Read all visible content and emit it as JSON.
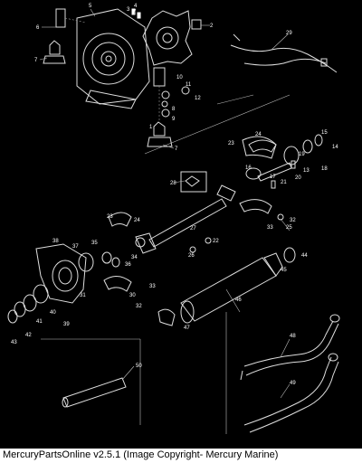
{
  "footer": {
    "caption": "MercuryPartsOnline v2.5.1 (Image Copyright- Mercury Marine)"
  },
  "callouts": [
    "1",
    "2",
    "3",
    "4",
    "5",
    "6",
    "7",
    "8",
    "9",
    "10",
    "11",
    "12",
    "13",
    "14",
    "15",
    "16",
    "17",
    "18",
    "19",
    "20",
    "21",
    "22",
    "23",
    "24",
    "25",
    "26",
    "27",
    "28",
    "29",
    "30",
    "31",
    "32",
    "33",
    "34",
    "35",
    "36",
    "37",
    "38",
    "39",
    "40",
    "41",
    "42",
    "43",
    "44",
    "45",
    "46",
    "47",
    "48",
    "49",
    "50"
  ]
}
